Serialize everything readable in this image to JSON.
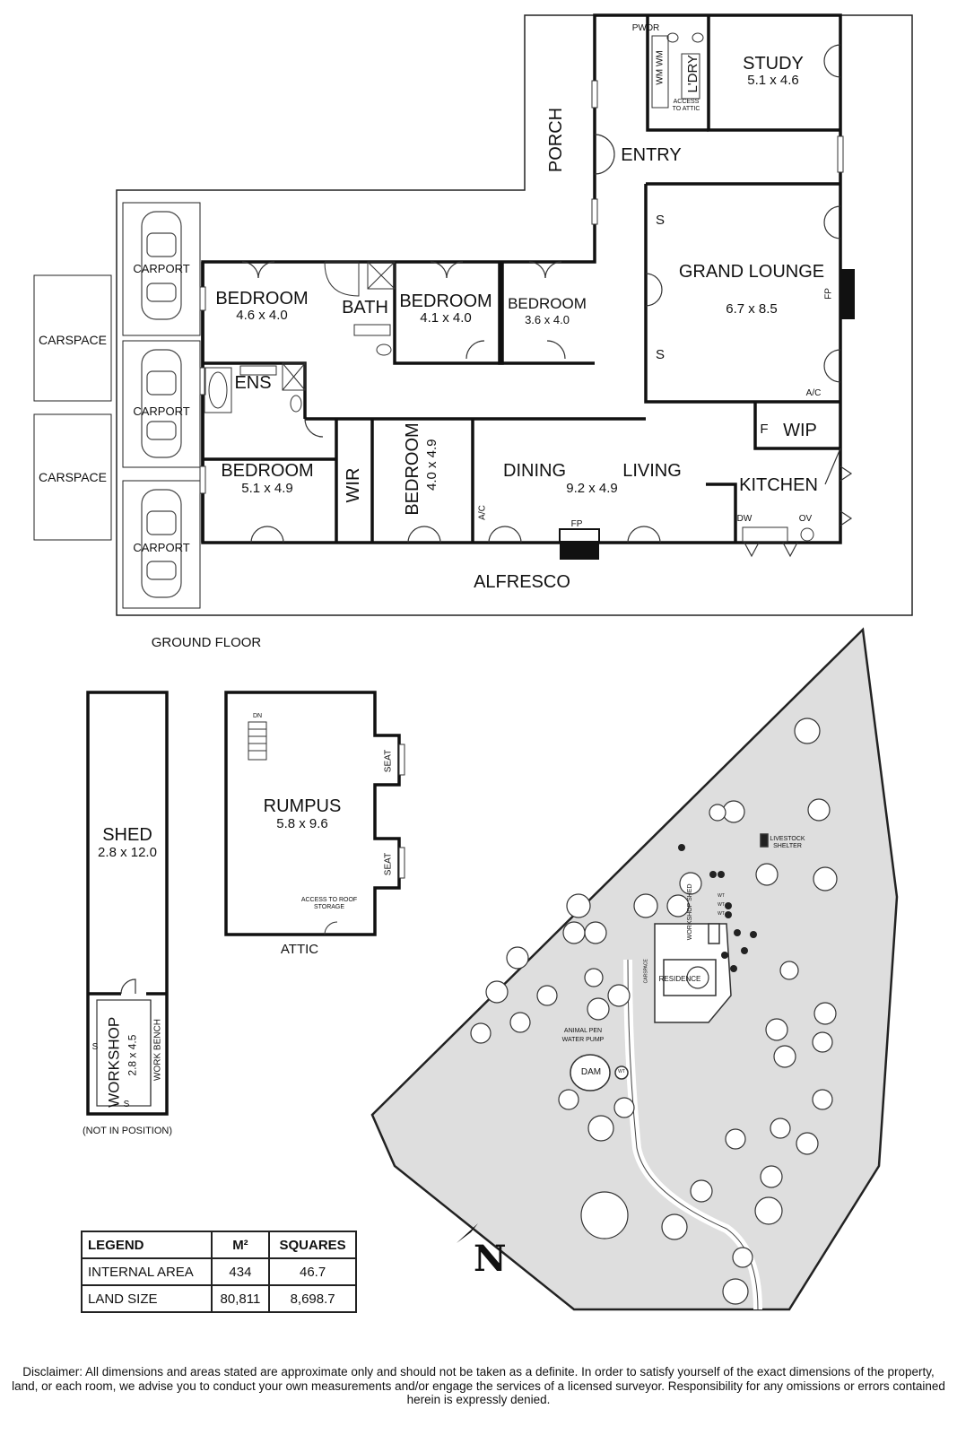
{
  "ground_floor": {
    "title": "GROUND FLOOR",
    "rooms": {
      "pwdr": "PWDR",
      "wm": "WM WM",
      "ldry": "L'DRY",
      "access_attic": "ACCESS TO ATTIC",
      "study": {
        "name": "STUDY",
        "dims": "5.1 x 4.6"
      },
      "porch": "PORCH",
      "entry": "ENTRY",
      "grand_lounge": {
        "name": "GRAND LOUNGE",
        "dims": "6.7 x 8.5"
      },
      "fp": "FP",
      "ac": "A/C",
      "s": "S",
      "bedroom1": {
        "name": "BEDROOM",
        "dims": "4.6 x 4.0"
      },
      "bath": "BATH",
      "bedroom2": {
        "name": "BEDROOM",
        "dims": "4.1 x 4.0"
      },
      "bedroom3": {
        "name": "BEDROOM",
        "dims": "3.6 x 4.0"
      },
      "ens": "ENS",
      "bedroom4": {
        "name": "BEDROOM",
        "dims": "5.1 x 4.9"
      },
      "wir": "WIR",
      "bedroom5": {
        "name": "BEDROOM",
        "dims": "4.0 x 4.9"
      },
      "dining": "DINING",
      "living": "LIVING",
      "dining_dims": "9.2 x 4.9",
      "wip": "WIP",
      "f": "F",
      "kitchen": "KITCHEN",
      "dw": "DW",
      "ov": "OV",
      "alfresco": "ALFRESCO",
      "carport": "CARPORT",
      "carspace": "CARSPACE"
    }
  },
  "attic": {
    "title": "ATTIC",
    "dn": "DN",
    "rumpus": {
      "name": "RUMPUS",
      "dims": "5.8 x 9.6"
    },
    "seat": "SEAT",
    "access_roof": "ACCESS TO ROOF STORAGE"
  },
  "shed": {
    "name": "SHED",
    "dims": "2.8 x 12.0",
    "workshop": "WORKSHOP",
    "workshop_dims": "2.8 x 4.5",
    "work_bench": "WORK BENCH",
    "s": "S",
    "note": "(NOT IN POSITION)"
  },
  "site": {
    "residence": "RESIDENCE",
    "workshop_shed": "WORKSHOP SHED",
    "livestock_shelter": "LIVESTOCK SHELTER",
    "animal_pen": "ANIMAL PEN",
    "water_pump": "WATER PUMP",
    "dam": "DAM",
    "wt": "WT",
    "carspace": "CARSPACE"
  },
  "legend": {
    "headers": [
      "LEGEND",
      "M²",
      "SQUARES"
    ],
    "rows": [
      [
        "INTERNAL AREA",
        "434",
        "46.7"
      ],
      [
        "LAND SIZE",
        "80,811",
        "8,698.7"
      ]
    ]
  },
  "north": "N",
  "disclaimer": "Disclaimer: All dimensions and areas stated are approximate only and should not be taken as a definite. In order to satisfy yourself of the exact dimensions of the property, land, or each room, we advise you to conduct your own measurements and/or engage the services of a licensed surveyor. Responsibility for any omissions or errors contained herein is expressly denied."
}
